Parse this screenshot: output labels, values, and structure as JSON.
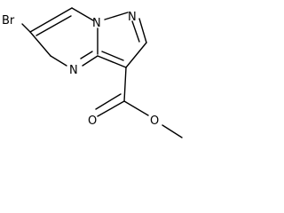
{
  "molecule": {
    "atoms": {
      "bromine": "Br",
      "n_top": "N",
      "n_right": "N",
      "n_bottom": "N",
      "o_carbonyl": "O",
      "o_ester": "O"
    }
  },
  "colors": {
    "bond": "#000000",
    "text": "#000000",
    "background": "#ffffff"
  }
}
